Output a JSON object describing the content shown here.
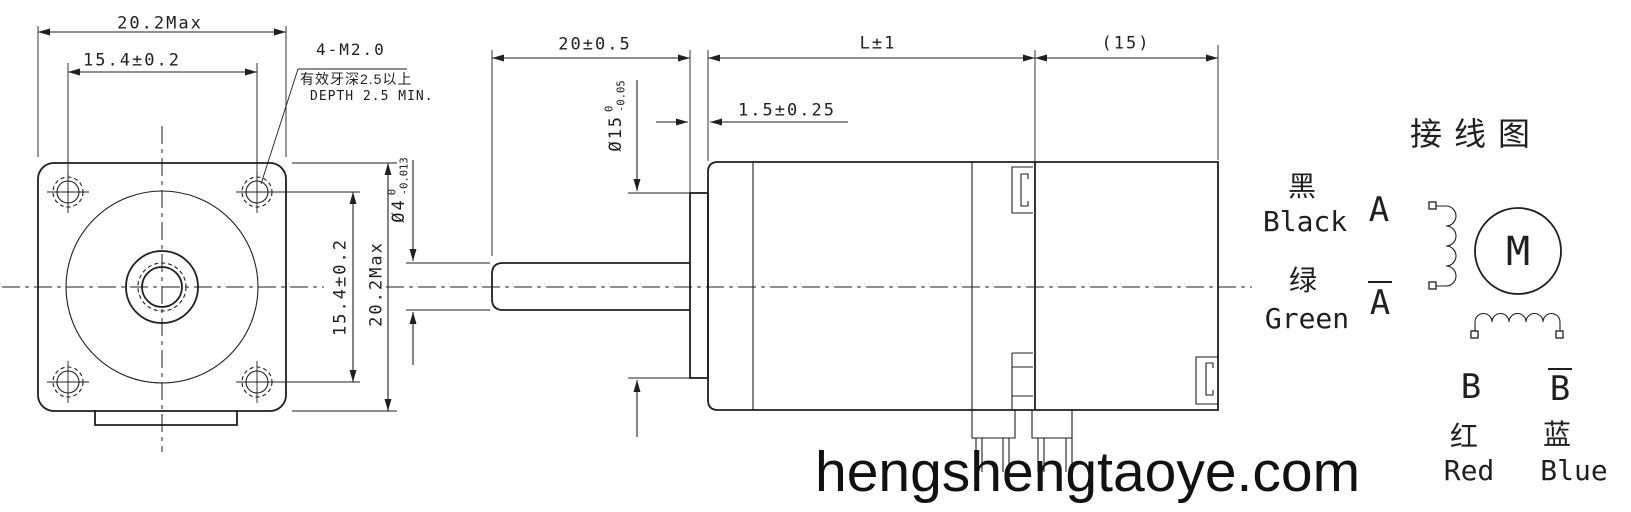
{
  "colors": {
    "line": "#1f1f1f",
    "background": "#ffffff",
    "watermark": "#111111"
  },
  "front_view": {
    "width_dim": "20.2Max",
    "hole_spacing_top_dim": "15.4±0.2",
    "hole_spacing_side_dim": "15.4±0.2",
    "height_dim": "20.2Max",
    "thread_callout": {
      "line1": "4-M2.0",
      "line2": "有效牙深2.5以上",
      "line3": "DEPTH 2.5 MIN."
    }
  },
  "side_view": {
    "shaft_length_dim": "20±0.5",
    "body_length_dim": "L±1",
    "rear_length_dim": "(15)",
    "pilot_height_dim": "1.5±0.25",
    "pilot_diameter_dim": {
      "nominal": "Ø15",
      "upper_tol": "0",
      "lower_tol": "-0.05"
    },
    "shaft_diameter_dim": {
      "nominal": "Ø4",
      "upper_tol": "0",
      "lower_tol": "-0.013"
    }
  },
  "wiring_diagram": {
    "title": "接线图",
    "motor_symbol": "M",
    "leads": [
      {
        "terminal": "A",
        "bar": false,
        "color_cn": "黑",
        "color_en": "Black"
      },
      {
        "terminal": "A",
        "bar": true,
        "color_cn": "绿",
        "color_en": "Green"
      },
      {
        "terminal": "B",
        "bar": false,
        "color_cn": "红",
        "color_en": "Red"
      },
      {
        "terminal": "B",
        "bar": true,
        "color_cn": "蓝",
        "color_en": "Blue"
      }
    ]
  },
  "watermark": "hengshengtaoye.com"
}
